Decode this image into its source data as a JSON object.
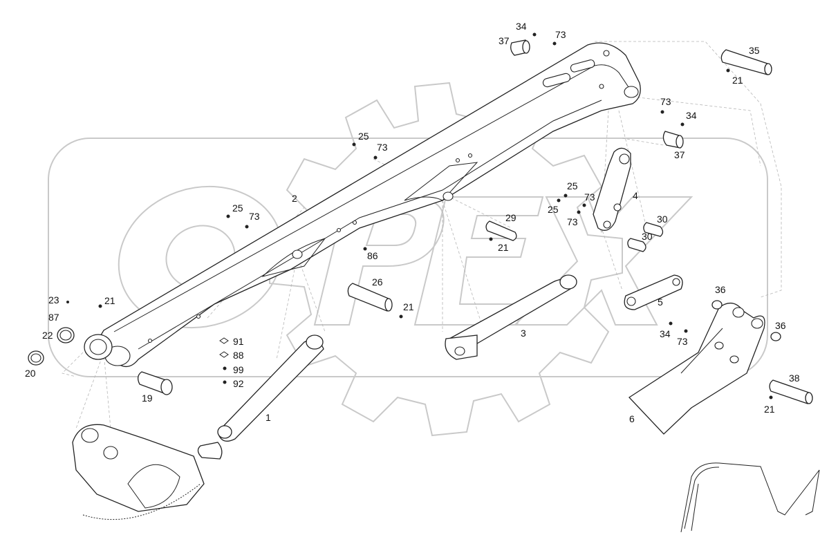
{
  "watermark": {
    "text": "OPEX"
  },
  "corner_mark": "",
  "callouts": [
    {
      "label": "34"
    },
    {
      "label": "73"
    },
    {
      "label": "37"
    },
    {
      "label": "35"
    },
    {
      "label": "21"
    },
    {
      "label": "73"
    },
    {
      "label": "34"
    },
    {
      "label": "37"
    },
    {
      "label": "25"
    },
    {
      "label": "73"
    },
    {
      "label": "2"
    },
    {
      "label": "25"
    },
    {
      "label": "73"
    },
    {
      "label": "25"
    },
    {
      "label": "73"
    },
    {
      "label": "4"
    },
    {
      "label": "25"
    },
    {
      "label": "73"
    },
    {
      "label": "29"
    },
    {
      "label": "30"
    },
    {
      "label": "30"
    },
    {
      "label": "21"
    },
    {
      "label": "86"
    },
    {
      "label": "26"
    },
    {
      "label": "21"
    },
    {
      "label": "23"
    },
    {
      "label": "21"
    },
    {
      "label": "87"
    },
    {
      "label": "22"
    },
    {
      "label": "20"
    },
    {
      "label": "91"
    },
    {
      "label": "88"
    },
    {
      "label": "99"
    },
    {
      "label": "92"
    },
    {
      "label": "19"
    },
    {
      "label": "1"
    },
    {
      "label": "3"
    },
    {
      "label": "5"
    },
    {
      "label": "36"
    },
    {
      "label": "36"
    },
    {
      "label": "34"
    },
    {
      "label": "73"
    },
    {
      "label": "38"
    },
    {
      "label": "21"
    },
    {
      "label": "6"
    }
  ]
}
